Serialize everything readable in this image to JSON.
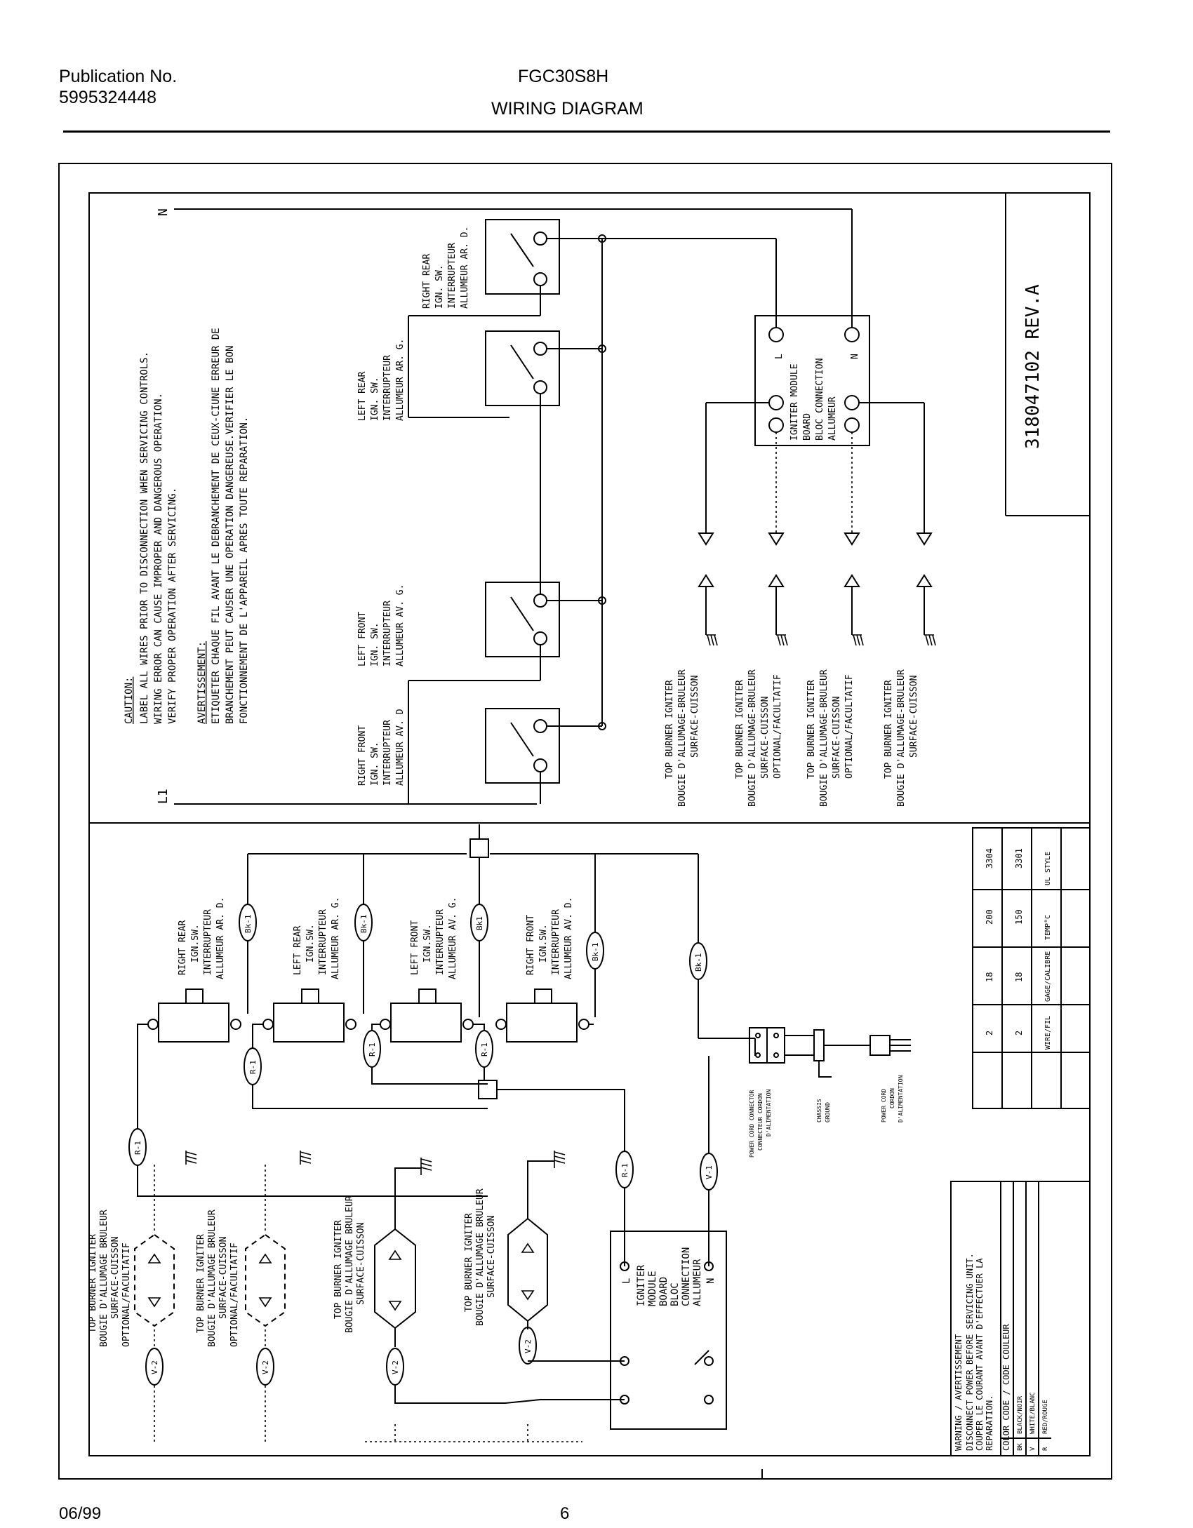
{
  "header": {
    "publication_label": "Publication No.",
    "publication_number": "5995324448",
    "model": "FGC30S8H",
    "title": "WIRING DIAGRAM"
  },
  "footer": {
    "date": "06/99",
    "page": "6"
  },
  "diagram": {
    "part_number": "318047102 REV.A",
    "terminals": {
      "l1": "L1",
      "n": "N",
      "l": "L"
    },
    "caution": {
      "heading": "CAUTION:",
      "lines": [
        "LABEL ALL WIRES PRIOR TO DISCONNECTION WHEN SERVICING CONTROLS.",
        "WIRING ERROR CAN CAUSE IMPROPER AND DANGEROUS OPERATION.",
        "VERIFY PROPER OPERATION AFTER SERVICING."
      ]
    },
    "avertissement": {
      "heading": "AVERTISSEMENT:",
      "lines": [
        "ETIQUETER CHAQUE FIL AVANT LE DEBRANCHEMENT DE CEUX-CIUNE ERREUR DE",
        "BRANCHEMENT PEUT CAUSER UNE OPERATION DANGEREUSE.VERIFIER LE BON",
        "FONCTIONNEMENT DE L'APPAREIL APRES TOUTE REPARATION."
      ]
    },
    "schematic_switches": [
      {
        "lines": [
          "RIGHT REAR",
          "IGN. SW.",
          "INTERRUPTEUR",
          "ALLUMEUR AR. D."
        ]
      },
      {
        "lines": [
          "LEFT REAR",
          "IGN. SW.",
          "INTERRUPTEUR",
          "ALLUMEUR AR. G."
        ]
      },
      {
        "lines": [
          "LEFT FRONT",
          "IGN. SW.",
          "INTERRUPTEUR",
          "ALLUMEUR AV. G."
        ]
      },
      {
        "lines": [
          "RIGHT FRONT",
          "IGN. SW.",
          "INTERRUPTEUR",
          "ALLUMEUR AV. D"
        ]
      }
    ],
    "module_schematic": {
      "lines": [
        "IGNITER MODULE",
        "BOARD",
        "BLOC CONNECTION",
        "ALLUMEUR"
      ]
    },
    "schematic_igniters": [
      {
        "lines": [
          "TOP BURNER IGNITER",
          "BOUGIE D'ALLUMAGE-BRULEUR",
          "SURFACE-CUISSON"
        ]
      },
      {
        "lines": [
          "TOP BURNER IGNITER",
          "BOUGIE D'ALLUMAGE-BRULEUR",
          "SURFACE-CUISSON",
          "OPTIONAL/FACULTATIF"
        ]
      },
      {
        "lines": [
          "TOP BURNER IGNITER",
          "BOUGIE D'ALLUMAGE-BRULEUR",
          "SURFACE-CUISSON",
          "OPTIONAL/FACULTATIF"
        ]
      },
      {
        "lines": [
          "TOP BURNER IGNITER",
          "BOUGIE D'ALLUMAGE-BRULEUR",
          "SURFACE-CUISSON"
        ]
      }
    ],
    "pictorial_switches": [
      {
        "lines": [
          "RIGHT REAR",
          "IGN.SW.",
          "INTERRUPTEUR",
          "ALLUMEUR AR. D."
        ]
      },
      {
        "lines": [
          "LEFT REAR",
          "IGN.SW.",
          "INTERRUPTEUR",
          "ALLUMEUR AR. G."
        ]
      },
      {
        "lines": [
          "LEFT FRONT",
          "IGN.SW.",
          "INTERRUPTEUR",
          "ALLUMEUR AV. G."
        ]
      },
      {
        "lines": [
          "RIGHT FRONT",
          "IGN.SW.",
          "INTERRUPTEUR",
          "ALLUMEUR AV. D."
        ]
      }
    ],
    "wire_tags": {
      "bk1": "Bk-1",
      "bk1b": "Bk1",
      "r1": "R-1",
      "v1": "V-1",
      "v2": "V-2"
    },
    "pictorial_igniters": [
      {
        "lines": [
          "TOP BURNER IGNITER",
          "BOUGIE D'ALLUMAGE BRULEUR",
          "SURFACE-CUISSON",
          "OPTIONAL/FACULTATIF"
        ]
      },
      {
        "lines": [
          "TOP BURNER IGNITER",
          "BOUGIE D'ALLUMAGE BRULEUR",
          "SURFACE-CUISSON",
          "OPTIONAL/FACULTATIF"
        ]
      },
      {
        "lines": [
          "TOP BURNER IGNITER",
          "BOUGIE D'ALLUMAGE BRULEUR",
          "SURFACE-CUISSON"
        ]
      },
      {
        "lines": [
          "TOP BURNER IGNITER",
          "BOUGIE D'ALLUMAGE BRULEUR",
          "SURFACE-CUISSON"
        ]
      }
    ],
    "module_pictorial": {
      "lines": [
        "IGNITER",
        "MODULE",
        "BOARD",
        "BLOC",
        "CONNECTION",
        "ALLUMEUR"
      ],
      "l": "L",
      "n": "N"
    },
    "power_parts": {
      "connector": [
        "POWER CORD CONNECTOR",
        "CONNECTEUR CORDON",
        "D'ALIMENTATION"
      ],
      "chassis": [
        "CHASSIS",
        "GROUND"
      ],
      "cord": [
        "POWER CORD",
        "CORDON",
        "D'ALIMENTATION"
      ]
    },
    "wire_table": {
      "headers": [
        "WIRE/FIL",
        "GAGE/CALIBRE",
        "TEMP°C",
        "UL STYLE"
      ],
      "rows": [
        [
          "2",
          "18",
          "200",
          "3304"
        ],
        [
          "2",
          "18",
          "150",
          "3301"
        ]
      ]
    },
    "warning": {
      "title": "WARNING / AVERTISSEMENT",
      "lines": [
        "DISCONNECT POWER BEFORE SERVICING UNIT.",
        "COUPER LE COURANT AVANT D'EFFECTUER LA",
        "REPARATION."
      ]
    },
    "color_code": {
      "title": "COLOR CODE / CODE COULEUR",
      "rows": [
        [
          "BK",
          "BLACK/NOIR"
        ],
        [
          "V",
          "WHITE/BLANC"
        ],
        [
          "R",
          "RED/ROUGE"
        ]
      ]
    }
  }
}
